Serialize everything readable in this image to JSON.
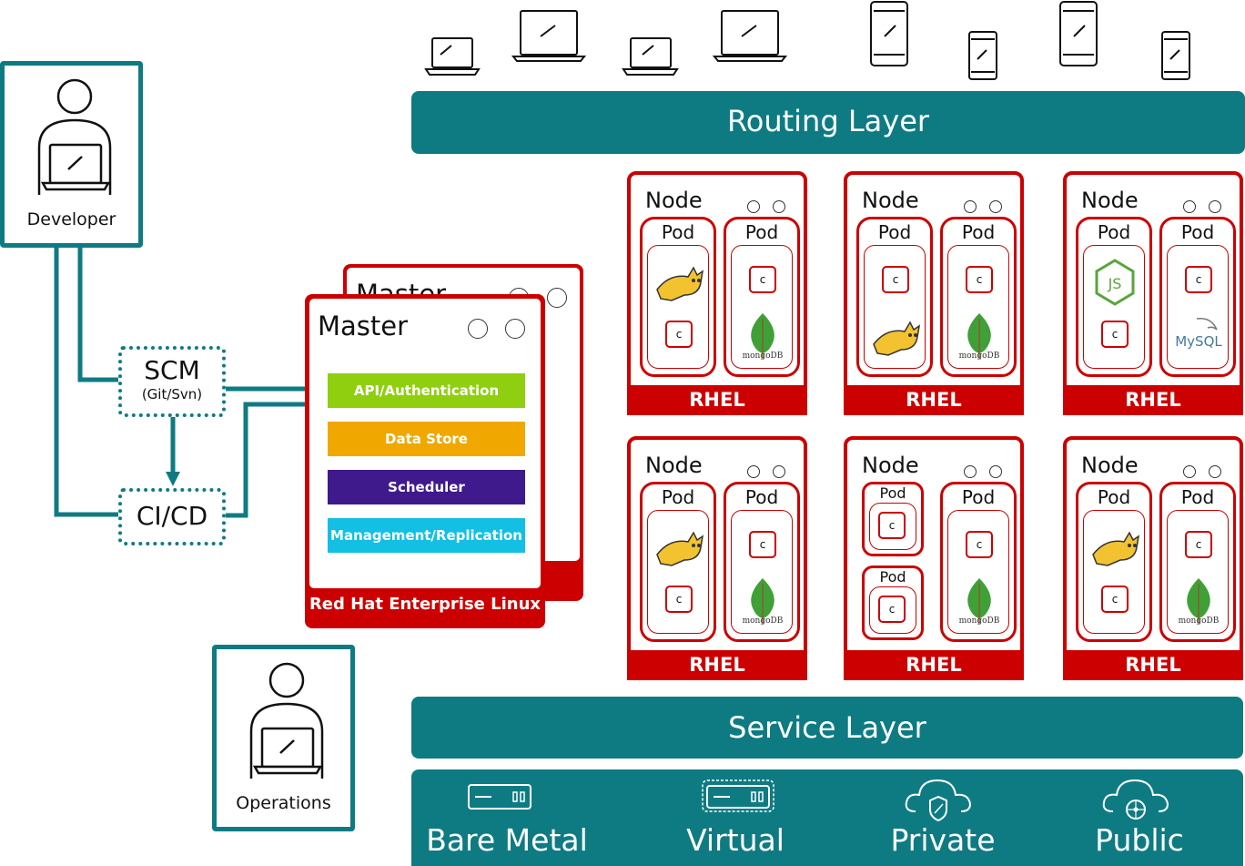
{
  "routing_layer": "Routing Layer",
  "service_layer": "Service Layer",
  "developer": "Developer",
  "operations": "Operations",
  "scm": {
    "title": "SCM",
    "subtitle": "(Git/Svn)"
  },
  "cicd": "CI/CD",
  "master": {
    "back_title": "Master",
    "title": "Master",
    "bands": [
      "API/Authentication",
      "Data Store",
      "Scheduler",
      "Management/Replication"
    ],
    "footer": "Red Hat Enterprise Linux",
    "colors": [
      "#8fcf10",
      "#f0a800",
      "#3f1a8c",
      "#13bfe3"
    ]
  },
  "node_label": "Node",
  "pod_label": "Pod",
  "container_label": "c",
  "rhel_label": "RHEL",
  "mongodb_label": "mongoDB",
  "mysql_label": "MySQL",
  "infrastructure": [
    "Bare Metal",
    "Virtual",
    "Private",
    "Public"
  ],
  "colors": {
    "teal": "#0e7b83",
    "red": "#cc0000"
  }
}
